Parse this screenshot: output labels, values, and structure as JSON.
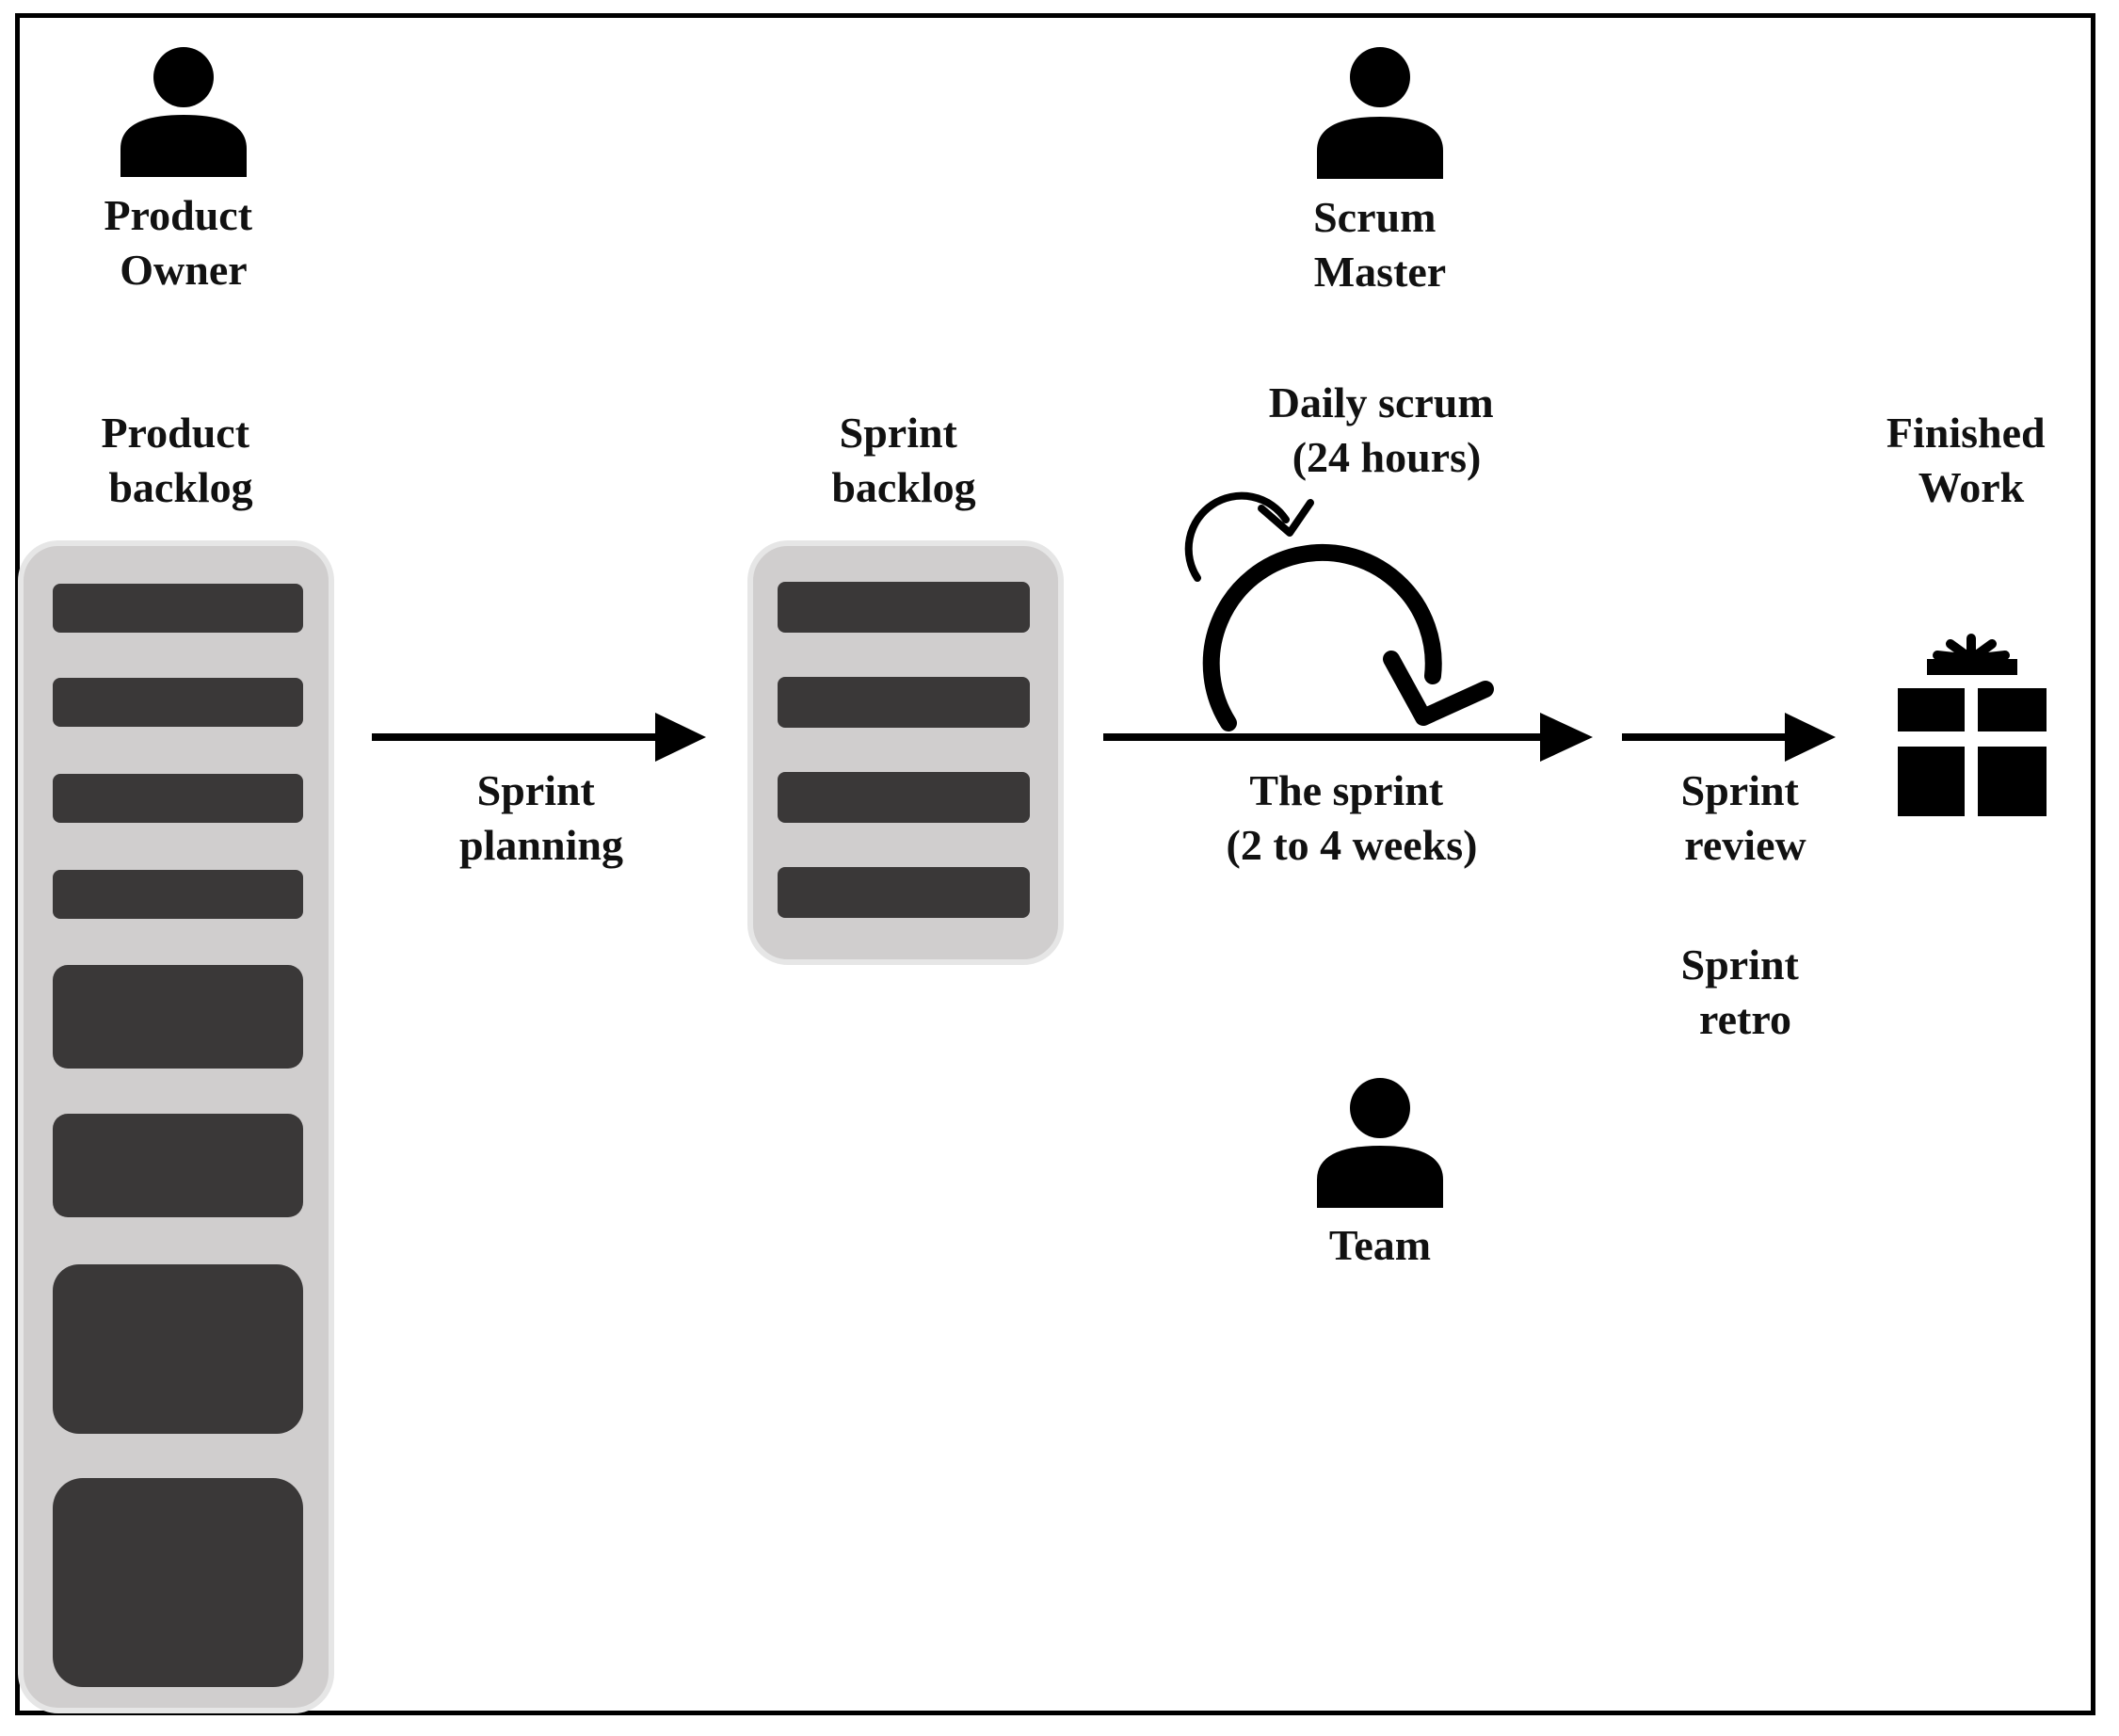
{
  "roles": {
    "product_owner": [
      "Product",
      "Owner"
    ],
    "scrum_master": [
      "Scrum",
      "Master"
    ],
    "team": [
      "Team"
    ]
  },
  "artifacts": {
    "product_backlog": [
      "Product",
      "backlog"
    ],
    "sprint_backlog": [
      "Sprint",
      "backlog"
    ],
    "finished_work": [
      "Finished",
      "Work"
    ]
  },
  "events": {
    "sprint_planning": [
      "Sprint",
      "planning"
    ],
    "daily_scrum": [
      "Daily scrum",
      "(24 hours)"
    ],
    "the_sprint": [
      "The sprint",
      "(2 to 4 weeks)"
    ],
    "sprint_review": [
      "Sprint",
      "review"
    ],
    "sprint_retro": [
      "Sprint",
      "retro"
    ]
  },
  "icons": {
    "person": "person-icon",
    "gift": "gift-icon",
    "cycle": "cycle-arrow-icon"
  },
  "colors": {
    "bar": "#3a3838",
    "panel": "#d0cece",
    "ink": "#000000"
  }
}
